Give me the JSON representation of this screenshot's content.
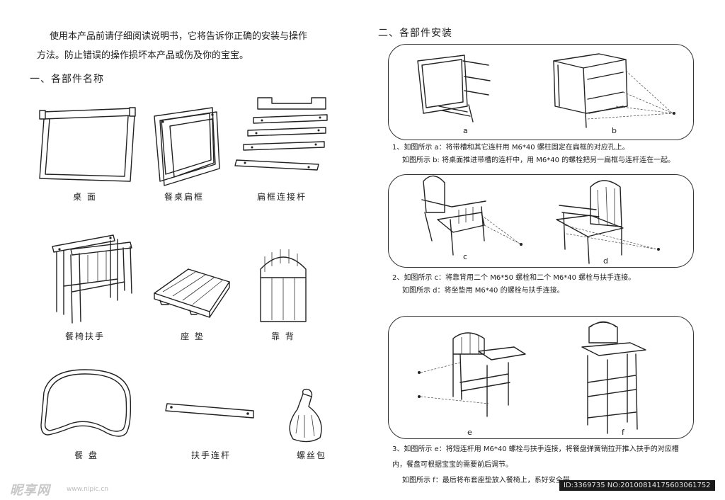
{
  "intro": {
    "line1": "使用本产品前请仔细阅读说明书，它将告诉你正确的安装与操作",
    "line2": "方法。防止错误的操作损坏本产品或伤及你的宝宝。"
  },
  "section1": {
    "title": "一、各部件名称",
    "parts": [
      "桌 面",
      "餐桌扁框",
      "扁框连接杆",
      "餐椅扶手",
      "座 垫",
      "靠 背",
      "餐 盘",
      "扶手连杆",
      "螺丝包"
    ]
  },
  "section2": {
    "title": "二、各部件安装",
    "figures": [
      "a",
      "b",
      "c",
      "d",
      "e",
      "f"
    ],
    "step1": [
      "1、如图所示 a：将带槽和其它连杆用 M6*40 螺柱固定在扁框的对应孔上。",
      "如图所示 b: 将桌面推进带槽的连杆中，用 M6*40 的螺栓把另一扁框与连杆连在一起。"
    ],
    "step2": [
      "2、如图所示 c：将靠背用二个 M6*50 螺栓和二个 M6*40 螺栓与扶手连接。",
      "如图所示 d：将坐垫用 M6*40 的螺栓与扶手连接。"
    ],
    "step3": [
      "3、如图所示 e：将短连杆用 M6*40 螺栓与扶手连接，将餐盘弹簧销拉开推入扶手的对应槽",
      "内，餐盘可根据宝宝的需要前后调节。",
      "如图所示 f：最后将布套座垫放入餐椅上，系好安全带。"
    ]
  },
  "watermark": {
    "logo": "昵享网",
    "url": "www.nipic.cn",
    "id": "ID:3369735 NO:20100814175603061752"
  }
}
